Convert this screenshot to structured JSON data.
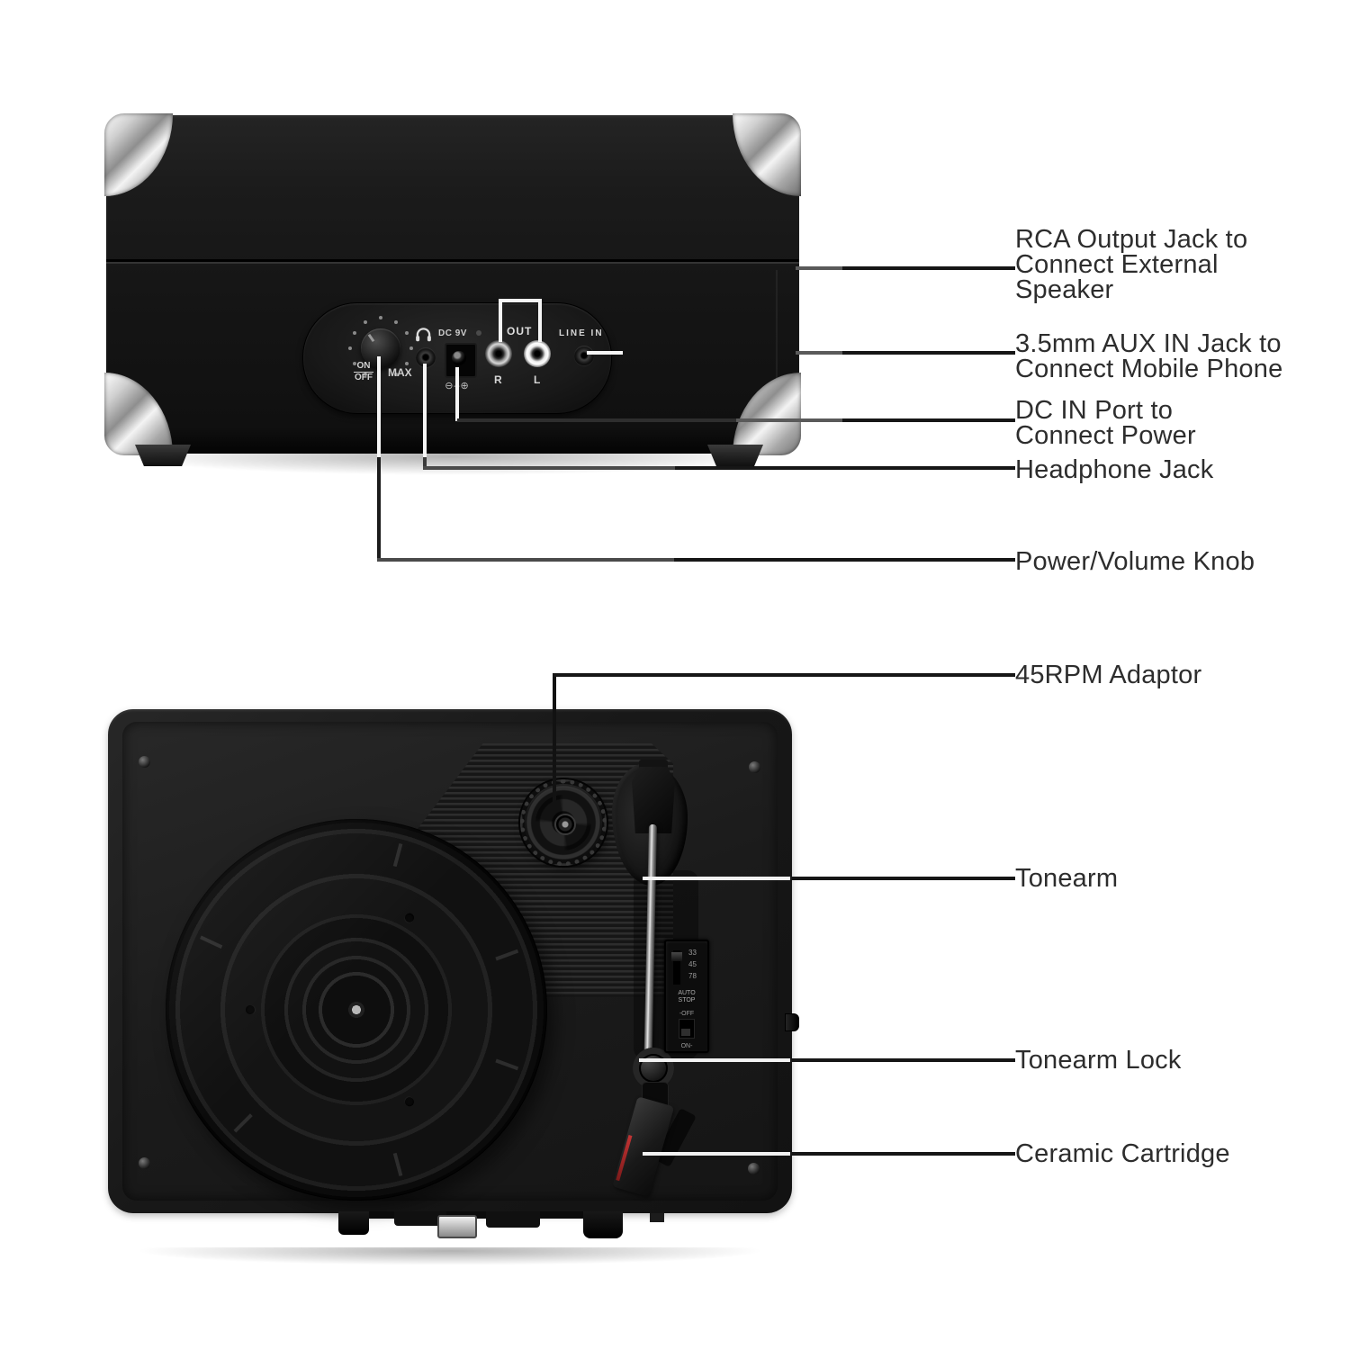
{
  "callouts": {
    "rca": [
      "RCA Output Jack to",
      "Connect External",
      "Speaker"
    ],
    "aux": [
      "3.5mm AUX IN Jack to",
      "Connect Mobile Phone"
    ],
    "dc": [
      "DC IN Port to",
      "Connect Power"
    ],
    "headphone": [
      "Headphone Jack"
    ],
    "power": [
      "Power/Volume Knob"
    ],
    "rpm45": [
      "45RPM Adaptor"
    ],
    "tonearm": [
      "Tonearm"
    ],
    "tonearm_lock": [
      "Tonearm Lock"
    ],
    "cartridge": [
      "Ceramic Cartridge"
    ]
  },
  "rear_panel": {
    "on": "ON",
    "off": "OFF",
    "max": "MAX",
    "dc_label": "DC 9V",
    "polarity": "⊖–⊕",
    "out": "OUT",
    "r": "R",
    "l": "L",
    "line_in": "LINE IN"
  },
  "speed_switch": {
    "s33": "33",
    "s45": "45",
    "s78": "78",
    "auto": "AUTO",
    "stop": "STOP",
    "off": "-OFF",
    "on": "ON-"
  },
  "colors": {
    "background": "#ffffff",
    "case_black": "#161616",
    "chrome": "#c8c8c8",
    "callout_black": "#161616",
    "callout_white": "#f5f5f5",
    "label_text": "#2d2d2d",
    "stylus_red": "#b03434"
  }
}
